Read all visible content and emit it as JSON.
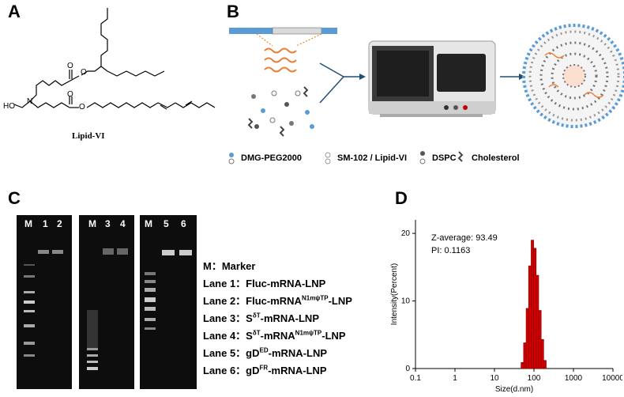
{
  "panels": {
    "a": "A",
    "b": "B",
    "c": "C",
    "d": "D"
  },
  "panel_a": {
    "molecule_label": "Lipid-VI",
    "atom_ho": "HO",
    "atom_n": "N",
    "atom_o1": "O",
    "atom_o2": "O",
    "atom_o3": "O",
    "atom_o4": "O"
  },
  "panel_b": {
    "legend": [
      {
        "label": "DMG-PEG2000"
      },
      {
        "label": "SM-102 / Lipid-VI"
      },
      {
        "label": "DSPC"
      },
      {
        "label": "Cholesterol"
      }
    ]
  },
  "panel_c": {
    "gel1_lanes": [
      "M",
      "1",
      "2"
    ],
    "gel2_lanes": [
      "M",
      "3",
      "4"
    ],
    "gel3_lanes": [
      "M",
      "5",
      "6"
    ],
    "marker_line": "M：Marker",
    "lanes": [
      {
        "prefix": "Lane 1：Fluc-mRNA-LNP",
        "sup": "",
        "suffix": ""
      },
      {
        "prefix": "Lane 2：Fluc-mRNA",
        "sup": "N1mψTP",
        "suffix": "-LNP"
      },
      {
        "prefix": "Lane 3：S",
        "sup": "δT",
        "suffix": "-mRNA-LNP"
      },
      {
        "prefix": "Lane 4：S",
        "sup": "δT",
        "suffix": "-mRNA",
        "sup2": "N1mψTP",
        "suffix2": "-LNP"
      },
      {
        "prefix": "Lane 5：gD",
        "sup": "ED",
        "suffix": "-mRNA-LNP"
      },
      {
        "prefix": "Lane 6：gD",
        "sup": "FR",
        "suffix": "-mRNA-LNP"
      }
    ]
  },
  "chart_data": {
    "type": "bar",
    "xscale": "log",
    "xlabel": "Size(d.nm)",
    "ylabel": "Intensity(Percent)",
    "xlim": [
      0.1,
      10000
    ],
    "ylim": [
      0,
      22
    ],
    "xticks": [
      "0.1",
      "1",
      "10",
      "100",
      "1000",
      "10000"
    ],
    "yticks": [
      "0",
      "10",
      "20"
    ],
    "annotations": [
      "Z-average: 93.49",
      "PI: 0.1163"
    ],
    "bar_color": "#d40000",
    "x": [
      50.7,
      58.8,
      68.1,
      78.8,
      91.3,
      105.7,
      122.4,
      141.8,
      164.2,
      190.1
    ],
    "values": [
      0.9,
      3.8,
      8.9,
      15.2,
      19.0,
      17.8,
      13.8,
      8.6,
      4.3,
      1.2
    ]
  }
}
